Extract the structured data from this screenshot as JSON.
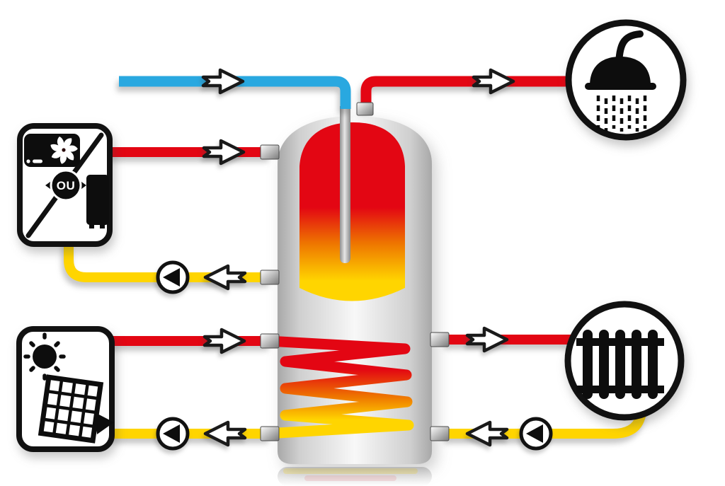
{
  "diagram": {
    "or_label": "OU",
    "colors": {
      "cold_water": "#29A8E0",
      "hot_water": "#E30613",
      "heat_mid": "#EE7500",
      "return_flow": "#FFD500",
      "outline": "#111111",
      "icon_black": "#0d0d0d",
      "white": "#ffffff",
      "tank_edge": "#a8a8a8",
      "tank_mid": "#cfcfcf",
      "tank_center": "#f8f8f8",
      "metal_light": "#fdfdfd",
      "metal_dark": "#7a7a7a"
    },
    "nodes": {
      "heat_source": {
        "name": "heat-pump-or-boiler",
        "icons": [
          "fan-unit-icon",
          "boiler-icon"
        ],
        "or_label": "OU"
      },
      "solar": {
        "name": "solar-collector",
        "icons": [
          "sun-icon",
          "solar-panel-icon"
        ]
      },
      "shower": {
        "name": "domestic-hot-water",
        "icons": [
          "shower-icon"
        ]
      },
      "radiator": {
        "name": "space-heating",
        "icons": [
          "radiator-icon"
        ]
      },
      "tank": {
        "name": "thermal-storage-tank",
        "icons": [
          "dip-tube",
          "heating-coil"
        ]
      }
    },
    "flows": [
      {
        "id": "cold-water-inlet",
        "color": "cold_water",
        "direction": "right",
        "from": "mains",
        "to": "tank-top"
      },
      {
        "id": "hot-water-outlet",
        "color": "hot_water",
        "direction": "right",
        "from": "tank-top",
        "to": "shower"
      },
      {
        "id": "heat-source-supply",
        "color": "hot_water",
        "direction": "right",
        "from": "heat_source",
        "to": "tank"
      },
      {
        "id": "heat-source-return",
        "color": "return_flow",
        "direction": "left",
        "from": "tank",
        "to": "heat_source",
        "pump": true
      },
      {
        "id": "solar-supply",
        "color": "hot_water",
        "direction": "right",
        "from": "solar",
        "to": "tank-coil"
      },
      {
        "id": "solar-return",
        "color": "return_flow",
        "direction": "left",
        "from": "tank-coil",
        "to": "solar",
        "pump": true
      },
      {
        "id": "radiator-supply",
        "color": "hot_water",
        "direction": "right",
        "from": "tank",
        "to": "radiator"
      },
      {
        "id": "radiator-return",
        "color": "return_flow",
        "direction": "left",
        "from": "radiator",
        "to": "tank",
        "pump": true
      }
    ]
  }
}
